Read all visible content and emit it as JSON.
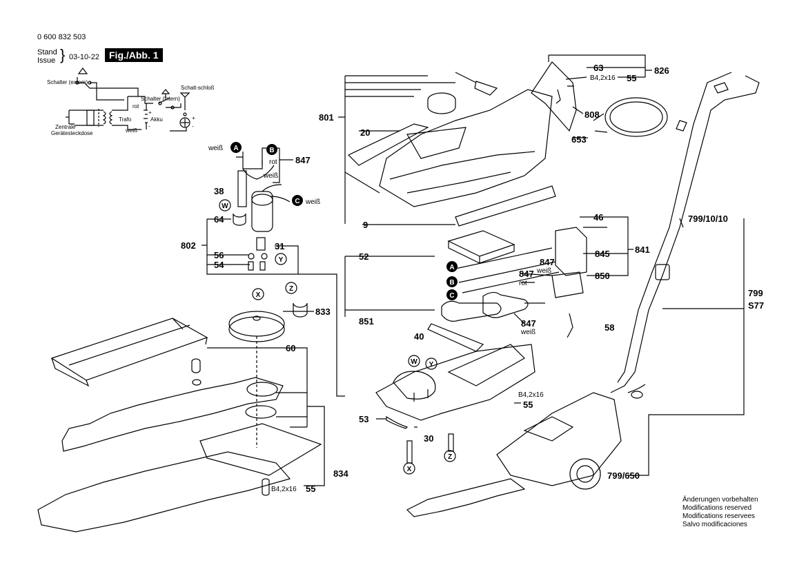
{
  "header": {
    "part_number": "0 600 832 503",
    "stand_label": "Stand",
    "issue_label": "Issue",
    "date": "03-10-22",
    "figure": "Fig./Abb. 1"
  },
  "schematic": {
    "schalter_extern": "Schalter (extern)",
    "schalter_intern": "Schalter (intern)",
    "schaltschloss": "Schalt-schloß",
    "rot": "rot",
    "weiss": "weiß",
    "akku": "Akku",
    "trafo": "Trafo",
    "zentrale": "Zentrale",
    "geraetesteckdose": "Gerätesteckdose",
    "plus": "+",
    "minus": "-"
  },
  "wire_labels": {
    "weiss": "weiß",
    "rot": "rot"
  },
  "markers": {
    "A": "A",
    "B": "B",
    "C": "C",
    "W": "W",
    "X": "X",
    "Y": "Y",
    "Z": "Z"
  },
  "parts": {
    "p801": "801",
    "p20": "20",
    "p9": "9",
    "p63": "63",
    "p826": "826",
    "p55": "55",
    "p808": "808",
    "p653": "653",
    "screw_spec": "B4,2x16",
    "p847": "847",
    "p38": "38",
    "p64": "64",
    "p802": "802",
    "p56": "56",
    "p54": "54",
    "p31": "31",
    "p46": "46",
    "p845": "845",
    "p841": "841",
    "p850": "850",
    "p52": "52",
    "p851": "851",
    "p58": "58",
    "p40": "40",
    "p833": "833",
    "p60": "60",
    "p834": "834",
    "p53": "53",
    "p30": "30",
    "p799_10_10": "799/10/10",
    "p799": "799",
    "s77": "S77",
    "p799_650": "799/650"
  },
  "notes": [
    "Änderungen vorbehalten",
    "Modifications reserved",
    "Modifications reservees",
    "Salvo modificaciones"
  ]
}
